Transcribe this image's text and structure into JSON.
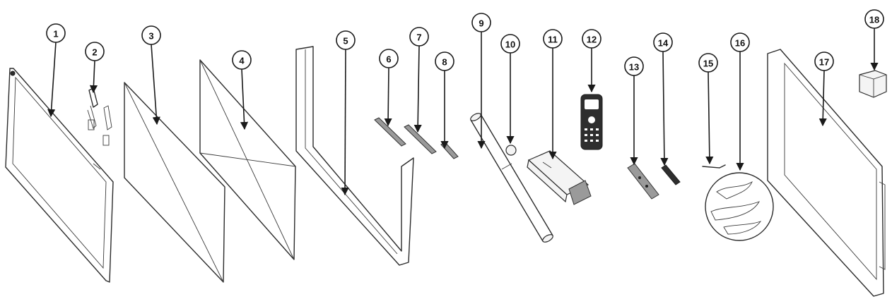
{
  "callouts": [
    {
      "number": "1"
    },
    {
      "number": "2"
    },
    {
      "number": "3"
    },
    {
      "number": "4"
    },
    {
      "number": "5"
    },
    {
      "number": "6"
    },
    {
      "number": "7"
    },
    {
      "number": "8"
    },
    {
      "number": "9"
    },
    {
      "number": "10"
    },
    {
      "number": "11"
    },
    {
      "number": "12"
    },
    {
      "number": "13"
    },
    {
      "number": "14"
    },
    {
      "number": "15"
    },
    {
      "number": "16"
    },
    {
      "number": "17"
    },
    {
      "number": "18"
    }
  ]
}
